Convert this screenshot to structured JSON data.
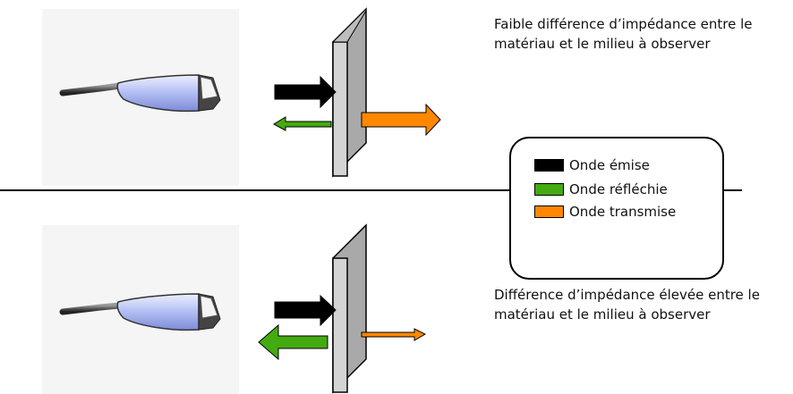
{
  "captions": {
    "top": "Faible différence d’impédance entre le\nmatériau et le milieu à observer",
    "bottom": "Différence d’impédance élevée entre le\nmatériau et le milieu à observer"
  },
  "legend": {
    "items": [
      {
        "label": "Onde émise",
        "color": "#000000"
      },
      {
        "label": "Onde réfléchie",
        "color": "#44aa11"
      },
      {
        "label": "Onde transmise",
        "color": "#ff8800"
      }
    ]
  },
  "colors": {
    "emitted": "#000000",
    "reflected": "#44aa11",
    "transmitted": "#ff8800",
    "plate": "#cccccc",
    "probe_body": "#a8b6f0"
  }
}
